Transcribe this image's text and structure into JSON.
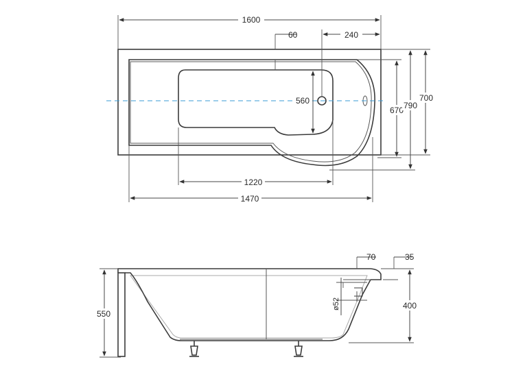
{
  "top_view": {
    "dim_length_total": "1600",
    "dim_offset_small": "60",
    "dim_drain_offset": "240",
    "dim_inner_width": "560",
    "dim_width_670": "670",
    "dim_width_790": "790",
    "dim_width_700": "700",
    "dim_inner_length": "1220",
    "dim_inner_length_total": "1470"
  },
  "side_view": {
    "dim_height_total": "550",
    "dim_rim_70": "70",
    "dim_rim_35": "35",
    "dim_height_400": "400",
    "dim_drain_dia": "ø52"
  },
  "colors": {
    "outline": "#3a3a3a",
    "centerline": "#3a9bd5"
  }
}
